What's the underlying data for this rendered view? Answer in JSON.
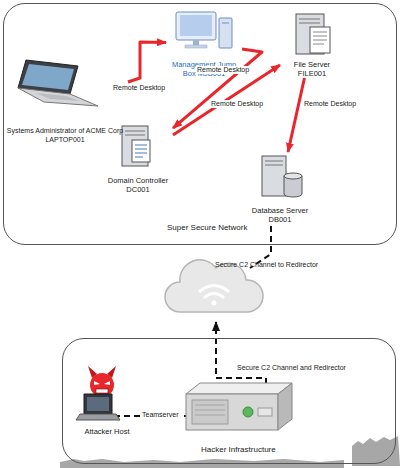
{
  "diagram": {
    "nodes": [
      {
        "text": [
          "Super Secure Network"
        ]
      },
      {
        "text": [
          "Management Jump Box MJB001"
        ],
        "in": 0
      },
      {
        "text": [
          "File Server FILE001"
        ],
        "in": 0
      },
      {
        "text": [
          "Systems Administrator of ACME Corp LAPTOP001"
        ],
        "in": 0
      },
      {
        "text": [
          "Domain Controller DC001"
        ],
        "in": 0
      },
      {
        "text": [
          "Database Server DB001"
        ],
        "in": 0
      },
      {
        "text": [
          "Hacker Infrastructure"
        ]
      },
      {
        "text": [
          "Attacker Host"
        ],
        "in": 6
      }
    ],
    "edges": [
      {
        "from": 3,
        "to": 1,
        "label": "Remote Desktop",
        "arrow": "to"
      },
      {
        "from": 1,
        "to": 4,
        "label": "Remote Desktop",
        "arrow": "to"
      },
      {
        "from": 4,
        "to": 2,
        "label": "Remote Desktop",
        "arrow": "to"
      },
      {
        "from": 2,
        "to": 5,
        "label": "Remote Desktop",
        "arrow": "to"
      }
    ],
    "labels": [
      "Secure C2 Channel to Redirector",
      "Secure C2 Channel and Redirector",
      "Teamserver"
    ]
  }
}
